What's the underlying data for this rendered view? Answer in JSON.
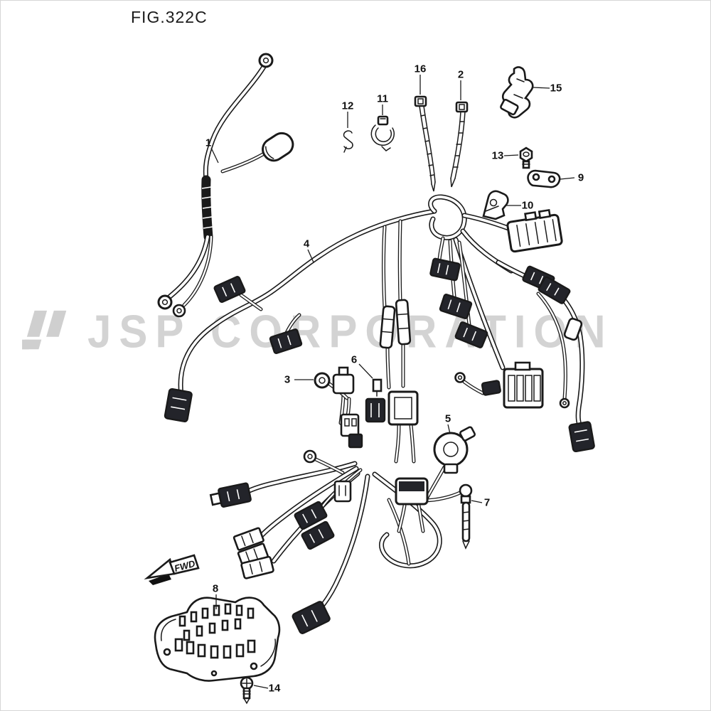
{
  "figure": {
    "title": "FIG.322C"
  },
  "watermark": {
    "text": "JSP CORPORATION"
  },
  "fwd": {
    "label": "FWD"
  },
  "callouts": {
    "c1": "1",
    "c2": "2",
    "c3": "3",
    "c4": "4",
    "c5": "5",
    "c6": "6",
    "c7": "7",
    "c8": "8",
    "c9": "9",
    "c10": "10",
    "c11": "11",
    "c12": "12",
    "c13": "13",
    "c14": "14",
    "c15": "15",
    "c16": "16"
  },
  "colors": {
    "line": "#1a1a1a",
    "connector_dark": "#23242a",
    "watermark_gray": "#d3d3d3"
  }
}
